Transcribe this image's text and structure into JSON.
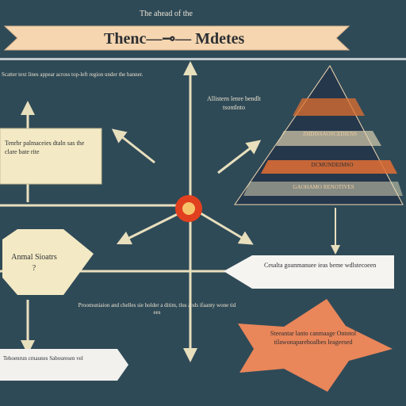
{
  "header": {
    "kicker": "The ahead of the",
    "title": "Thenc—⊸— Mdetes"
  },
  "blocks": {
    "top_left_text": "Scatter text lines appear across top-left region under the banner.",
    "center_note": "Allistern lenre bendlt tsontlnto",
    "bottom_center_text": "Proomuniaion and chelles sie holder a ditim, tlus ands ifaanty wone tid ees",
    "left_callout": "Tenrbr palmaceies dtaln sas the clare bate rite",
    "animal_label": "Anmal Sioatrs ?",
    "right_callout": "Cesalta goanmanuee ieas beme wdlstecoeen",
    "bottom_left_callout": "Tehoenrun crnaunes Sabouresen vel",
    "orange_shape_text": "Steeantar lanto canmaage Ontotol tilawonaparehoalbes leageesed"
  },
  "pyramid": {
    "band_texts": [
      "ZHDISSAOSCEDIENS",
      "DCMUNDEIMSO",
      "GAOHAMO RENOTIVES"
    ]
  },
  "colors": {
    "background": "#2f4a57",
    "arrow": "#e8dfbd",
    "cream": "#f3e9c4",
    "orange": "#e9865a",
    "banner": "#f6d6b0",
    "center_dot": "#e1401e"
  }
}
